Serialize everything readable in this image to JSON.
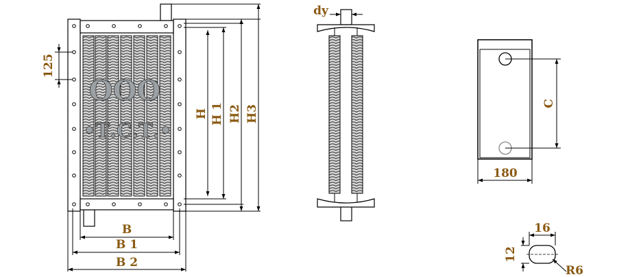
{
  "labels": {
    "dim_125": "125",
    "H": "H",
    "H1": "H 1",
    "H2": "H2",
    "H3": "H3",
    "B": "B",
    "B1": "B 1",
    "B2": "B 2",
    "dy": "dy",
    "C": "C",
    "width_180": "180",
    "slot_16": "16",
    "slot_12": "12",
    "radius": "R6"
  },
  "watermark": {
    "line1": "ООО",
    "line2": "•Т.С.Т.•"
  }
}
